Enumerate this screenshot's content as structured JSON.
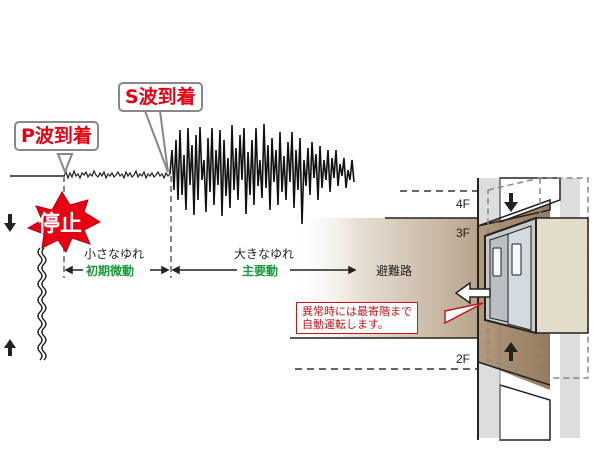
{
  "callouts": {
    "p_wave": "P波到着",
    "s_wave": "S波到着"
  },
  "stop_badge": "停止",
  "phases": {
    "initial": {
      "caption": "小さなゆれ",
      "name": "初期微動"
    },
    "main": {
      "caption": "大きなゆれ",
      "name": "主要動"
    }
  },
  "evacuation_route": "避難路",
  "floors": [
    "4F",
    "3F",
    "2F"
  ],
  "note": {
    "line1": "異常時には最寄階まで",
    "line2": "自動運転します。"
  },
  "colors": {
    "callout_text": "#e60012",
    "stop_burst": "#e60012",
    "phase_name": "#1a9a3a",
    "note_border": "#c0161e",
    "wall": "#9e8367"
  }
}
